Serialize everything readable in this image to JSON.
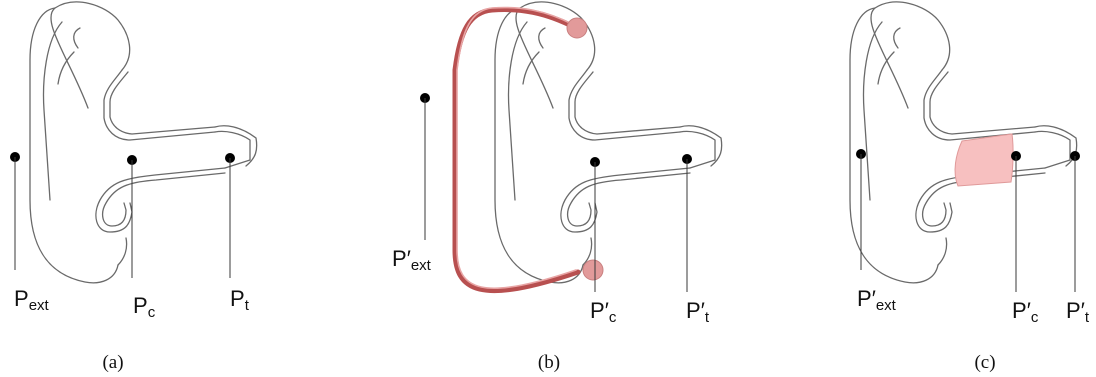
{
  "panels": [
    {
      "caption": "(a)",
      "labels": {
        "ext": {
          "main": "P",
          "prime": "",
          "sub": "ext"
        },
        "c": {
          "main": "P",
          "prime": "",
          "sub": "c"
        },
        "t": {
          "main": "P",
          "prime": "",
          "sub": "t"
        }
      },
      "device": "none"
    },
    {
      "caption": "(b)",
      "labels": {
        "ext": {
          "main": "P",
          "prime": "′",
          "sub": "ext"
        },
        "c": {
          "main": "P",
          "prime": "′",
          "sub": "c"
        },
        "t": {
          "main": "P",
          "prime": "′",
          "sub": "t"
        }
      },
      "device": "tube"
    },
    {
      "caption": "(c)",
      "labels": {
        "ext": {
          "main": "P",
          "prime": "′",
          "sub": "ext"
        },
        "c": {
          "main": "P",
          "prime": "′",
          "sub": "c"
        },
        "t": {
          "main": "P",
          "prime": "′",
          "sub": "t"
        }
      },
      "device": "plug"
    }
  ],
  "colors": {
    "tube": "#b85050",
    "tip": "#e29a9a",
    "plug": "#f7c0c0",
    "ear_outline": "#6a6a6a"
  }
}
